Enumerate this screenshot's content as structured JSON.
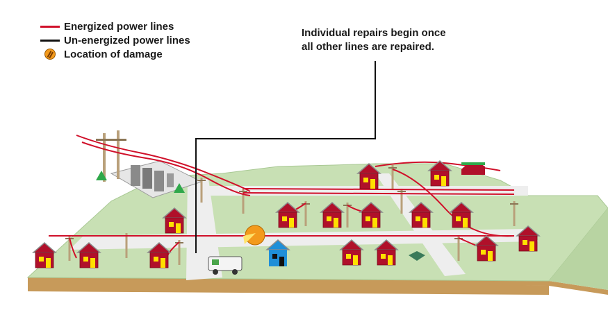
{
  "legend": {
    "items": [
      {
        "label": "Energized power lines",
        "color": "#d0102a",
        "kind": "line"
      },
      {
        "label": "Un-energized power lines",
        "color": "#111111",
        "kind": "line"
      },
      {
        "label": "Location of damage",
        "color": "#f39a1c",
        "kind": "dot"
      }
    ]
  },
  "callout": {
    "line1": "Individual repairs begin once",
    "line2": "all other lines are repaired."
  },
  "colors": {
    "ground": "#c8e0b4",
    "ground_edge": "#c79a5a",
    "road": "#eeeeee",
    "house_red": "#b0102a",
    "house_blue": "#1f8fd8",
    "window": "#ffe000",
    "energized": "#d0102a",
    "unenergized": "#111111",
    "damage": "#f39a1c",
    "tree": "#2fa84a"
  }
}
